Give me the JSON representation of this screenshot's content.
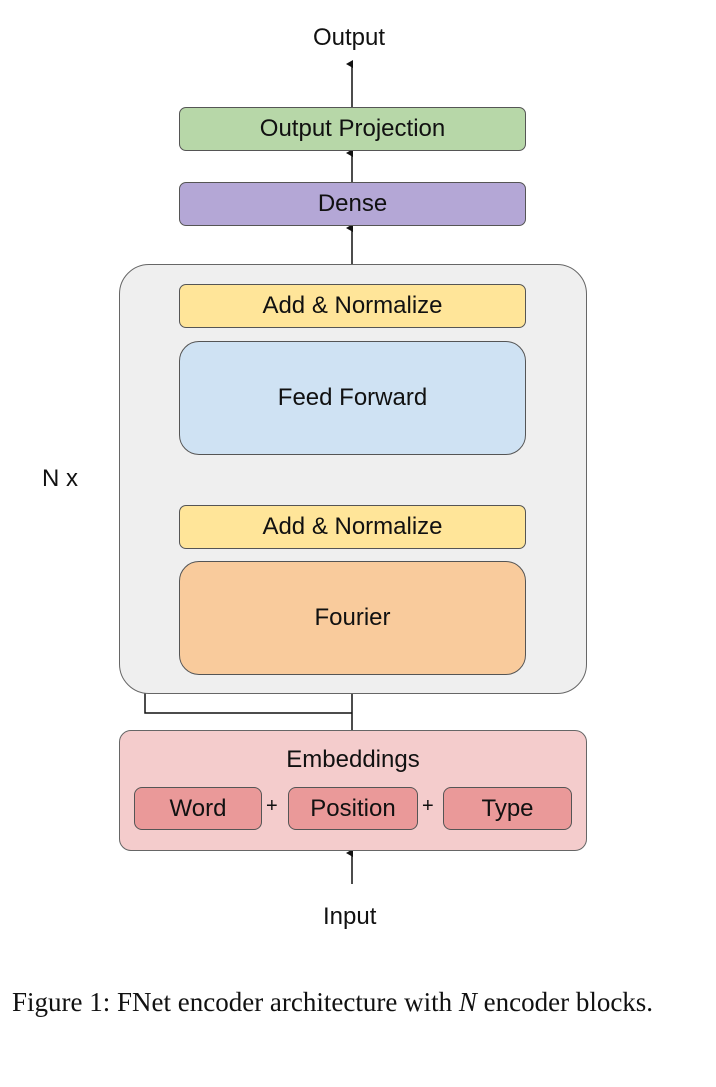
{
  "diagram": {
    "output_label": "Output",
    "input_label": "Input",
    "repeat_label": "N x",
    "blocks": {
      "output_projection": "Output Projection",
      "dense": "Dense",
      "add_normalize_top": "Add & Normalize",
      "feed_forward": "Feed Forward",
      "add_normalize_bottom": "Add & Normalize",
      "fourier": "Fourier"
    },
    "embeddings": {
      "title": "Embeddings",
      "components": [
        "Word",
        "Position",
        "Type"
      ],
      "operator": "+"
    },
    "colors": {
      "output_projection": "#b7d7a8",
      "dense": "#b4a7d6",
      "add_normalize": "#ffe599",
      "feed_forward": "#cfe2f3",
      "fourier": "#f9cb9c",
      "embeddings": "#f4cccc",
      "embedding_component": "#ea9999",
      "encoder_block": "#efefef"
    }
  },
  "caption": {
    "prefix": "Figure 1:  FNet encoder architecture with ",
    "variable": "N",
    "suffix": " encoder blocks."
  }
}
